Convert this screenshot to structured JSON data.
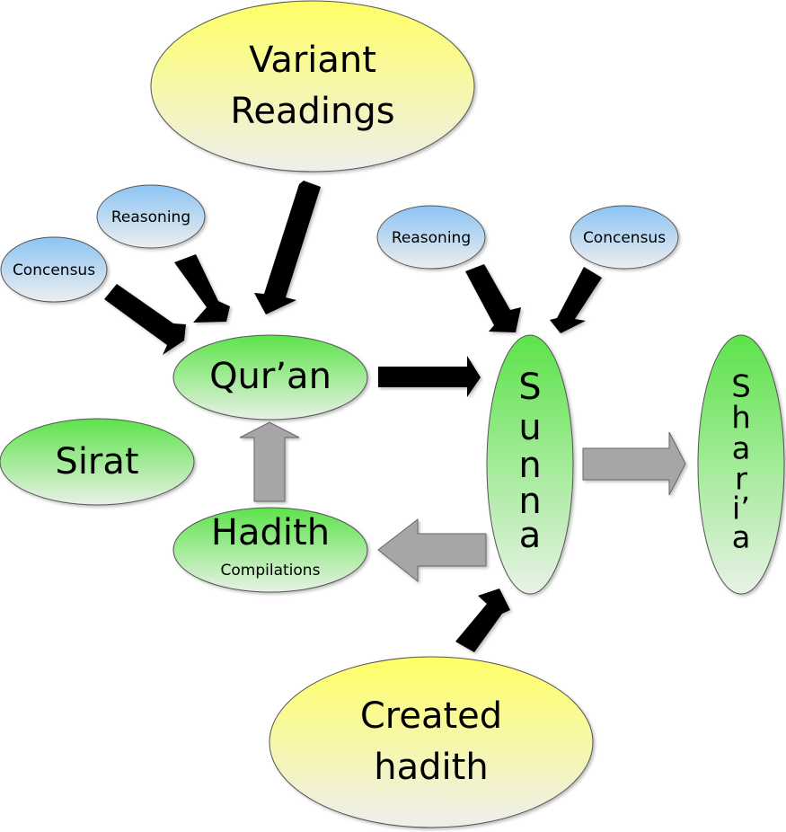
{
  "title": "Sources of Shari'a diagram",
  "colors": {
    "yellow_top": "#ffff66",
    "yellow_bottom": "#eeeeee",
    "green_top": "#5de34a",
    "green_bottom": "#e8f2e6",
    "blue_top": "#8cc4f4",
    "blue_bottom": "#eeeeee",
    "black_arrow": "#000000",
    "gray_arrow": "#a6a6a6"
  },
  "nodes": {
    "variant_readings": {
      "lines": [
        "Variant",
        "Readings"
      ]
    },
    "reasoning_left": {
      "label": "Reasoning"
    },
    "concensus_left": {
      "label": "Concensus"
    },
    "quran": {
      "label": "Qur’an"
    },
    "reasoning_right": {
      "label": "Reasoning"
    },
    "concensus_right": {
      "label": "Concensus"
    },
    "sirat": {
      "label": "Sirat"
    },
    "hadith": {
      "label": "Hadith",
      "sublabel": "Compilations"
    },
    "sunna": {
      "letters": [
        "S",
        "u",
        "n",
        "n",
        "a"
      ]
    },
    "sharia": {
      "letters": [
        "S",
        "h",
        "a",
        "r",
        "i’",
        "a"
      ]
    },
    "created_hadith": {
      "lines": [
        "Created",
        "hadith"
      ]
    }
  },
  "edges": [
    {
      "from": "variant_readings",
      "to": "quran",
      "style": "black"
    },
    {
      "from": "reasoning_left",
      "to": "quran",
      "style": "black"
    },
    {
      "from": "concensus_left",
      "to": "quran",
      "style": "black"
    },
    {
      "from": "quran",
      "to": "sunna",
      "style": "black"
    },
    {
      "from": "reasoning_right",
      "to": "sunna",
      "style": "black"
    },
    {
      "from": "concensus_right",
      "to": "sunna",
      "style": "black"
    },
    {
      "from": "hadith",
      "to": "quran",
      "style": "gray"
    },
    {
      "from": "sunna",
      "to": "hadith",
      "style": "gray"
    },
    {
      "from": "sunna",
      "to": "sharia",
      "style": "gray"
    },
    {
      "from": "created_hadith",
      "to": "sunna",
      "style": "black"
    }
  ]
}
